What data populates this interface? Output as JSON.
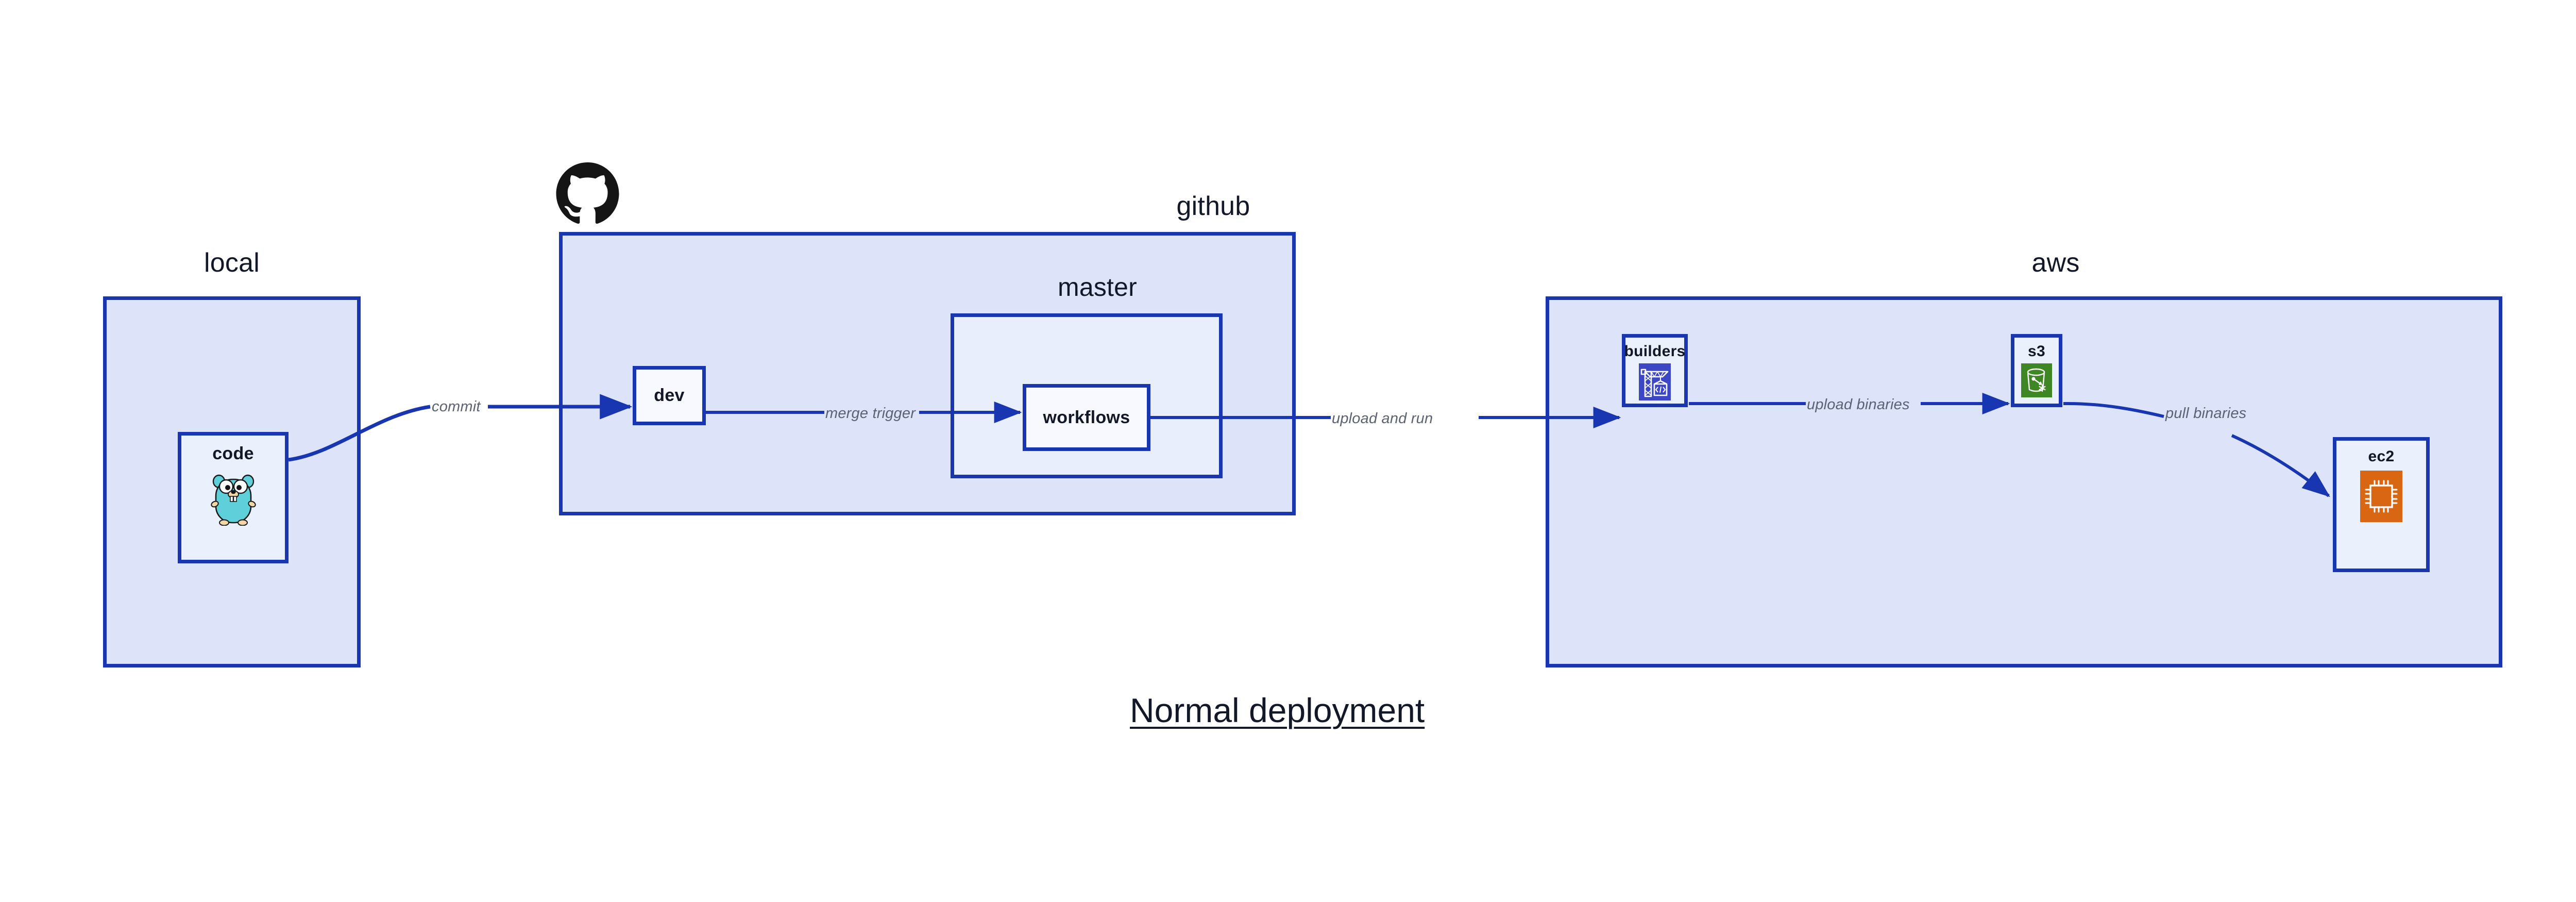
{
  "diagram": {
    "title": "Normal deployment",
    "groups": [
      {
        "id": "local",
        "label": "local"
      },
      {
        "id": "github",
        "label": "github"
      },
      {
        "id": "master",
        "label": "master"
      },
      {
        "id": "aws",
        "label": "aws"
      }
    ],
    "nodes": [
      {
        "id": "code",
        "label": "code",
        "icon": "go-gopher-icon"
      },
      {
        "id": "dev",
        "label": "dev",
        "icon": null
      },
      {
        "id": "workflows",
        "label": "workflows",
        "icon": null
      },
      {
        "id": "builders",
        "label": "builders",
        "icon": "aws-crane-code-icon"
      },
      {
        "id": "s3",
        "label": "s3",
        "icon": "aws-s3-bucket-icon"
      },
      {
        "id": "ec2",
        "label": "ec2",
        "icon": "aws-ec2-chip-icon"
      }
    ],
    "edges": [
      {
        "id": "commit",
        "label": "commit",
        "from": "code",
        "to": "dev"
      },
      {
        "id": "merge-trigger",
        "label": "merge trigger",
        "from": "dev",
        "to": "workflows"
      },
      {
        "id": "upload-and-run",
        "label": "upload and run",
        "from": "workflows",
        "to": "builders"
      },
      {
        "id": "upload-binaries",
        "label": "upload binaries",
        "from": "builders",
        "to": "s3"
      },
      {
        "id": "pull-binaries",
        "label": "pull binaries",
        "from": "s3",
        "to": "ec2"
      }
    ],
    "icons": {
      "github_logo": "github-mark-icon"
    },
    "colors": {
      "group_fill": "#DDE4FA",
      "sub_fill": "#E9EEFC",
      "node_fill": "#EBF0FD",
      "node_fill_white": "#F7F9FE",
      "stroke": "#1836B2",
      "label_text": "#121828",
      "edge_text": "#5C6272",
      "gopher_body": "#5FD0DA",
      "builders_bg": "#3B47C4",
      "s3_bg": "#3F8624",
      "ec2_bg": "#D86613",
      "github_black": "#151515",
      "page_bg": "#FFFFFF"
    }
  }
}
